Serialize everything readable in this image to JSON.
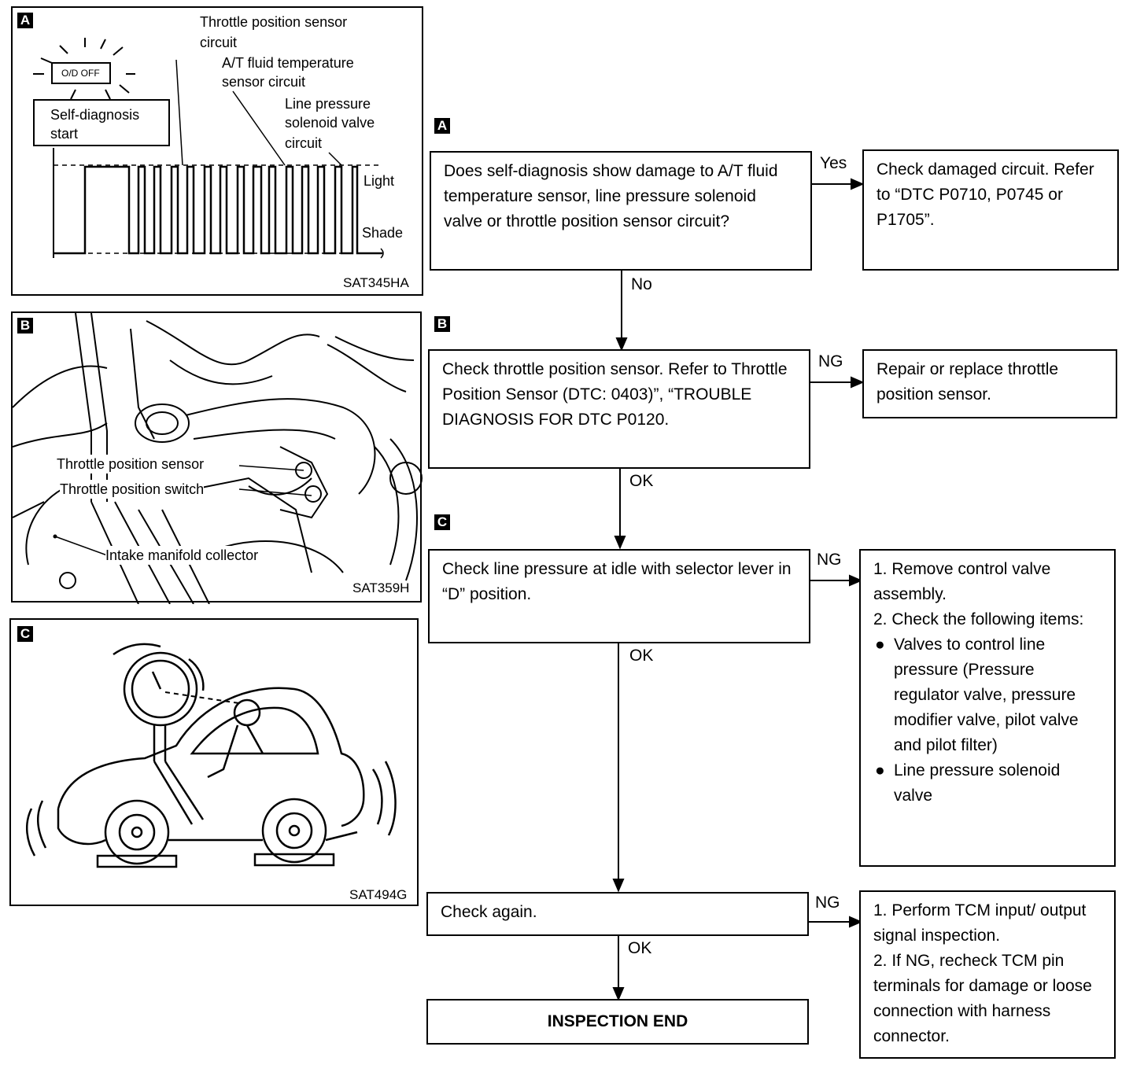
{
  "panelA": {
    "tag": "A",
    "od_button": "O/D OFF",
    "self_diag": [
      "Self-diagnosis",
      "start"
    ],
    "tps_circuit": [
      "Throttle position sensor",
      "circuit"
    ],
    "at_fluid": [
      "A/T fluid temperature",
      "sensor circuit"
    ],
    "line_pressure": [
      "Line pressure",
      "solenoid valve",
      "circuit"
    ],
    "light": "Light",
    "shade": "Shade",
    "code": "SAT345HA"
  },
  "panelB": {
    "tag": "B",
    "tps": "Throttle position sensor",
    "tpswitch": "Throttle position switch",
    "intake": "Intake manifold collector",
    "code": "SAT359H"
  },
  "panelC": {
    "tag": "C",
    "code": "SAT494G"
  },
  "flow": {
    "stepA": {
      "tag": "A",
      "question": "Does self-diagnosis show damage to A/T fluid temperature sensor, line pressure solenoid valve or throttle position sensor circuit?",
      "yes": "Yes",
      "no": "No",
      "result": "Check damaged circuit. Refer to “DTC P0710, P0745 or P1705”."
    },
    "stepB": {
      "tag": "B",
      "text": "Check throttle position sensor. Refer to Throttle Position Sensor  (DTC: 0403)”, “TROUBLE DIAGNOSIS FOR DTC P0120.",
      "ng": "NG",
      "ok": "OK",
      "result": "Repair or replace throttle position sensor."
    },
    "stepC": {
      "tag": "C",
      "text": "Check line pressure at idle with selector lever in “D” position.",
      "ng": "NG",
      "ok": "OK",
      "result": {
        "n1": "1. Remove control valve assembly.",
        "n2": "2. Check the following items:",
        "b1": "Valves to control line pressure (Pressure regulator valve, pressure modifier valve, pilot valve and pilot filter)",
        "b2": "Line pressure solenoid valve"
      }
    },
    "stepD": {
      "text": "Check again.",
      "ng": "NG",
      "ok": "OK",
      "result": {
        "n1": "1. Perform TCM input/ output signal inspection.",
        "n2": "2. If NG, recheck TCM pin terminals for damage or loose connection with harness connector."
      }
    },
    "end": "INSPECTION END"
  }
}
